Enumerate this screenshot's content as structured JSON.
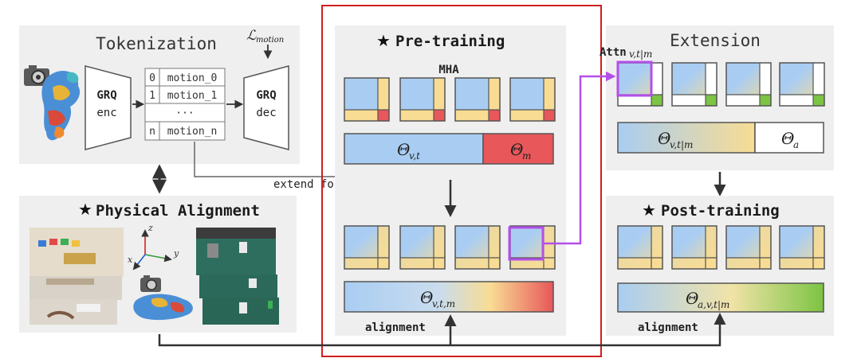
{
  "tokenization": {
    "title": "Tokenization",
    "loss_symbol": "ℒ",
    "loss_sub": "motion",
    "encoder": {
      "name": "GRQ",
      "role": "enc"
    },
    "decoder": {
      "name": "GRQ",
      "role": "dec"
    },
    "codebook": [
      {
        "index": "0",
        "token": "motion_0"
      },
      {
        "index": "1",
        "token": "motion_1"
      },
      {
        "index": "",
        "token": "···"
      },
      {
        "index": "n",
        "token": "motion_n"
      }
    ]
  },
  "pretraining": {
    "title": "Pre-training",
    "mha_label": "MHA",
    "theta_vt": {
      "base": "Θ",
      "sub": "v,t"
    },
    "theta_m": {
      "base": "Θ",
      "sub": "m"
    },
    "theta_vtm": {
      "base": "Θ",
      "sub": "v,t,m"
    },
    "alignment_label": "alignment"
  },
  "extension": {
    "title": "Extension",
    "attn_label": "Attn",
    "attn_sub": "v,t|m",
    "theta_vt_m": {
      "base": "Θ",
      "sub": "v,t|m"
    },
    "theta_a": {
      "base": "Θ",
      "sub": "a"
    }
  },
  "posttraining": {
    "title": "Post-training",
    "theta_avt_m": {
      "base": "Θ",
      "sub": "a,v,t|m"
    },
    "alignment_label": "alignment"
  },
  "physical_alignment": {
    "title": "Physical Alignment",
    "axes": {
      "x": "x",
      "y": "y",
      "z": "z"
    }
  },
  "connector": {
    "extend_label": "extend for motion"
  },
  "colors": {
    "blue": "#a9cdf2",
    "yellow": "#f8dc93",
    "red": "#e8575a",
    "green": "#7cc443",
    "purple": "#b44fe8",
    "highlight_red": "#d01f1f",
    "panel": "#efefef"
  }
}
